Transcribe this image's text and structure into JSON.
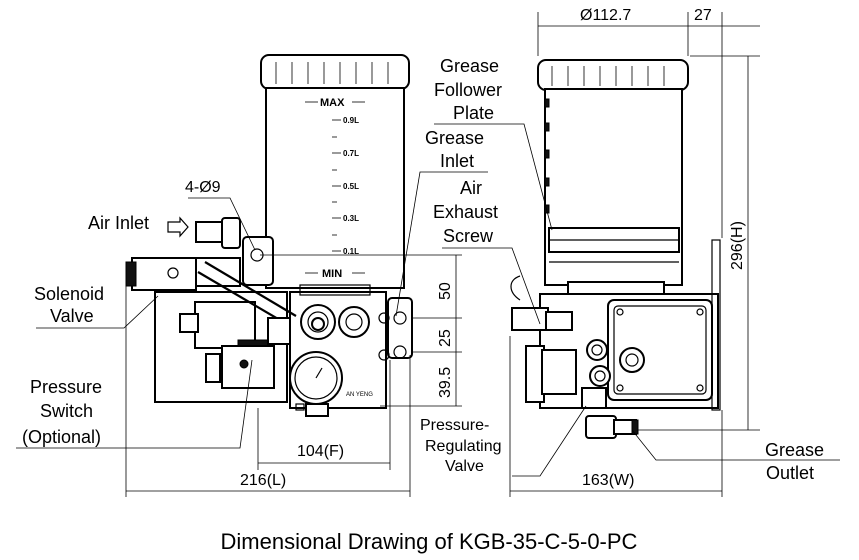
{
  "title": "Dimensional Drawing of KGB-35-C-5-0-PC",
  "reservoir": {
    "max": "MAX",
    "min": "MIN",
    "ticks": [
      "0.9L",
      "0.7L",
      "0.5L",
      "0.3L",
      "0.1L"
    ]
  },
  "dimensions": {
    "diameter": "Ø112.7",
    "offset": "27",
    "height": "296(H)",
    "length": "216(L)",
    "foot": "104(F)",
    "width": "163(W)",
    "v50": "50",
    "v25": "25",
    "v395": "39.5",
    "holes": "4-Ø9"
  },
  "callouts": {
    "air_inlet": "Air Inlet",
    "solenoid": [
      "Solenoid",
      "Valve"
    ],
    "pressure_switch": [
      "Pressure",
      "Switch",
      "(Optional)"
    ],
    "follower": [
      "Grease",
      "Follower",
      "Plate"
    ],
    "grease_inlet": [
      "Grease",
      "Inlet"
    ],
    "air_exhaust": [
      "Air",
      "Exhaust",
      "Screw"
    ],
    "pressure_regulating": [
      "Pressure-",
      "Regulating",
      "Valve"
    ],
    "grease_outlet": [
      "Grease",
      "Outlet"
    ]
  },
  "gauge_brand": "AN YENG"
}
